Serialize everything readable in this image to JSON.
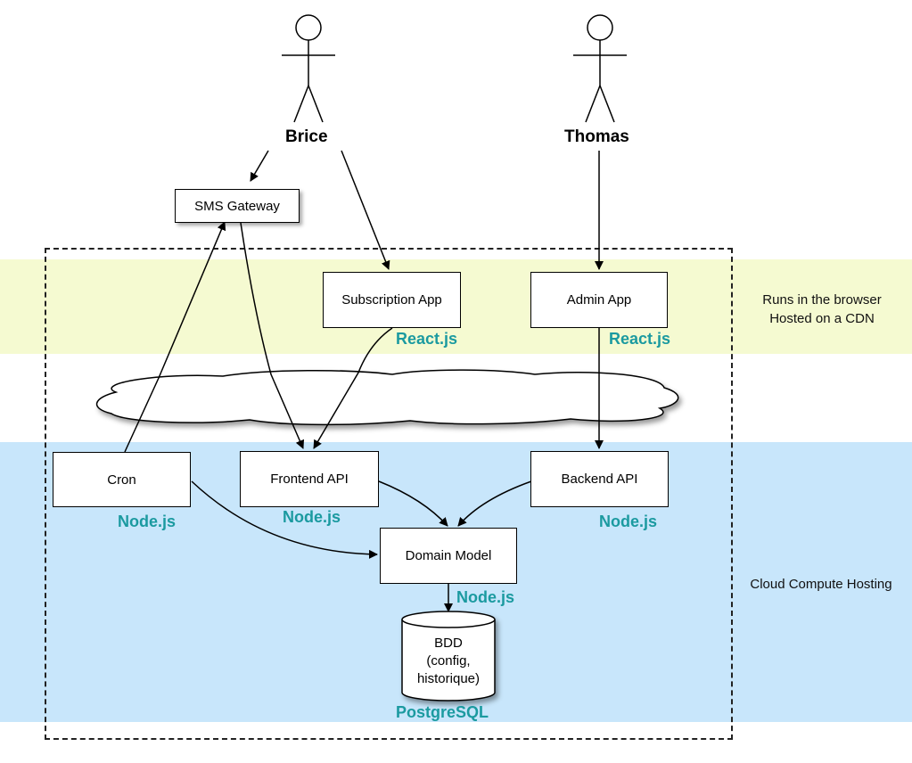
{
  "actors": {
    "brice": "Brice",
    "thomas": "Thomas"
  },
  "zones": {
    "browser_line1": "Runs in the browser",
    "browser_line2": "Hosted on a CDN",
    "cloud": "Cloud Compute Hosting"
  },
  "nodes": {
    "sms_gateway": "SMS Gateway",
    "subscription_app": "Subscription App",
    "admin_app": "Admin App",
    "cron": "Cron",
    "frontend_api": "Frontend API",
    "backend_api": "Backend API",
    "domain_model": "Domain Model"
  },
  "database": {
    "line1": "BDD",
    "line2": "(config,",
    "line3": "historique)"
  },
  "tech_labels": {
    "subscription_app": "React.js",
    "admin_app": "React.js",
    "cron": "Node.js",
    "frontend_api": "Node.js",
    "backend_api": "Node.js",
    "domain_model": "Node.js",
    "database": "PostgreSQL"
  },
  "colors": {
    "browser_zone": "#f5fad1",
    "cloud_zone": "#c8e6fb",
    "tech_label": "#1b9aa0"
  }
}
